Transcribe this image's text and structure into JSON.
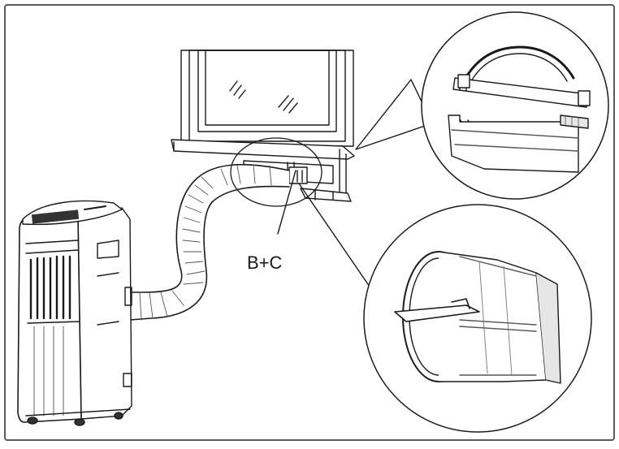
{
  "diagram": {
    "callout_label": "B+C",
    "colors": {
      "line": "#1a1a1a",
      "frame": "#5a5a5a",
      "fill": "#ffffff",
      "shade": "#e6e6e6",
      "dark": "#333333"
    },
    "parts": {
      "unit": "portable-air-conditioner",
      "hose": "exhaust-hose",
      "window": "sliding-window",
      "kit": "window-slider-kit",
      "detail_top": "hose-clamp-halves-detail",
      "detail_bottom": "hose-adapter-detail"
    }
  }
}
